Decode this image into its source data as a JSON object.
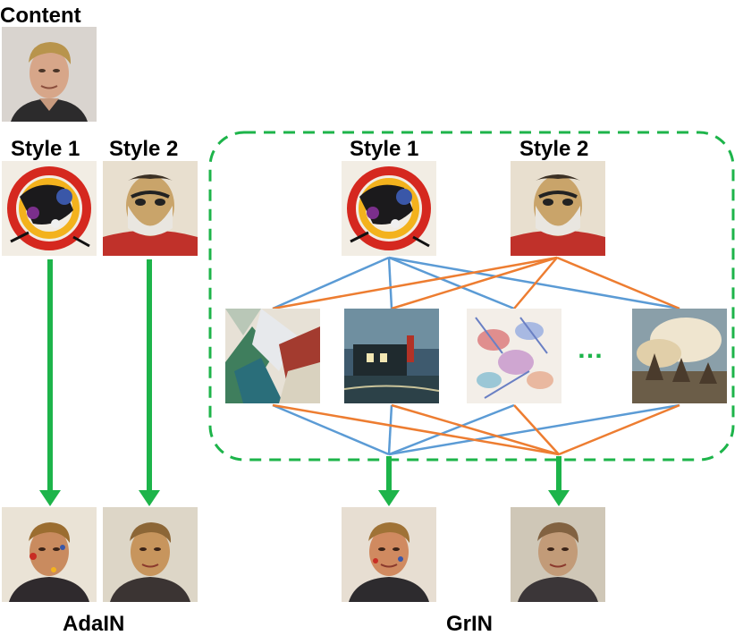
{
  "labels": {
    "content": "Content",
    "adain_style1": "Style 1",
    "adain_style2": "Style 2",
    "grin_style1": "Style 1",
    "grin_style2": "Style 2",
    "ellipsis": "…",
    "adain": "AdaIN",
    "grin": "GrIN"
  },
  "colors": {
    "arrow_green": "#1db44a",
    "group_dash": "#1db44a",
    "style1_edges": "#5b9bd5",
    "style2_edges": "#ed7d31"
  },
  "images": {
    "content": "portrait-photo",
    "style1": "abstract-face-painting",
    "style2": "bearded-man-painting",
    "art1": "cubist-landscape",
    "art2": "night-river-scene",
    "art3": "pastel-flowers",
    "art4": "ships-at-sea",
    "out_adain1": "stylized-portrait-1",
    "out_adain2": "stylized-portrait-2",
    "out_grin1": "stylized-portrait-3",
    "out_grin2": "stylized-portrait-4"
  }
}
